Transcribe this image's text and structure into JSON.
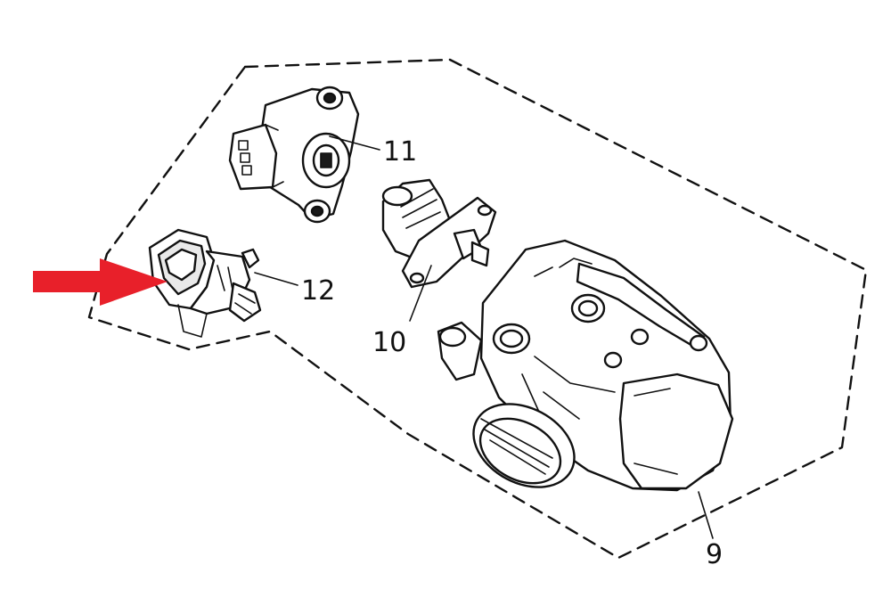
{
  "diagram": {
    "callouts": [
      {
        "id": "11",
        "label": "11"
      },
      {
        "id": "12",
        "label": "12"
      },
      {
        "id": "10",
        "label": "10"
      },
      {
        "id": "9",
        "label": "9"
      }
    ],
    "colors": {
      "arrow": "#e8202a",
      "line": "#111111",
      "background": "#ffffff"
    },
    "icons": {
      "pointer": "red-arrow-icon"
    }
  }
}
